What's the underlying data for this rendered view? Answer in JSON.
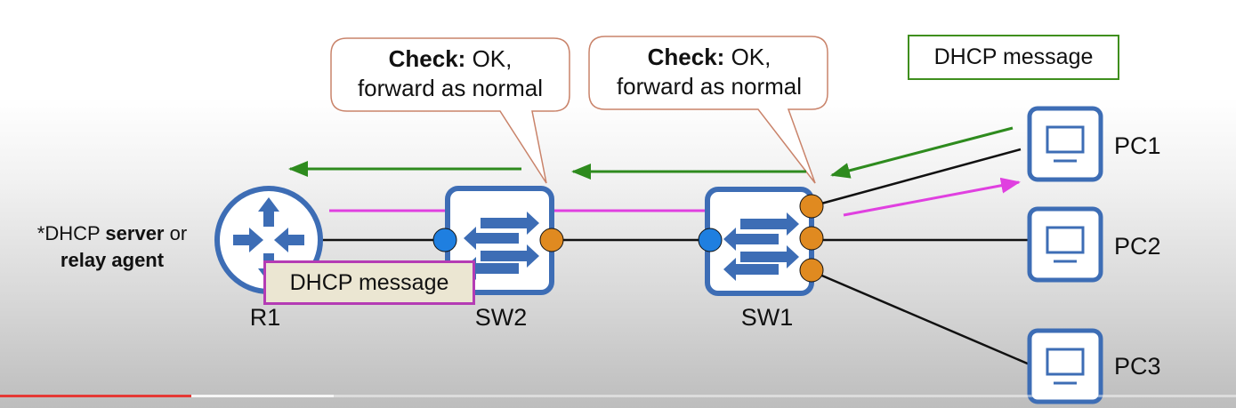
{
  "bubbles": [
    {
      "bold": "Check:",
      "rest": " OK,",
      "line2": "forward as normal"
    },
    {
      "bold": "Check:",
      "rest": " OK,",
      "line2": "forward as normal"
    }
  ],
  "top_message": "DHCP message",
  "bottom_message": "DHCP message",
  "server_note": {
    "prefix": "*DHCP ",
    "bold1": "server",
    "mid": " or",
    "bold2": "relay agent"
  },
  "devices": {
    "r1": "R1",
    "sw2": "SW2",
    "sw1": "SW1",
    "pc1": "PC1",
    "pc2": "PC2",
    "pc3": "PC3"
  },
  "colors": {
    "device": "#3d6db5",
    "port_trusted": "#1f7fe0",
    "port_untrusted": "#e08a20",
    "forward_arrow": "#2e8b1e",
    "dhcp_path_arrow": "#e040e0"
  },
  "video_progress": {
    "played_fraction": 0.155
  }
}
